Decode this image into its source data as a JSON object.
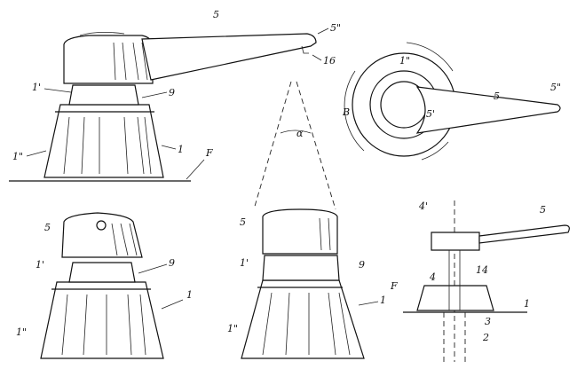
{
  "figures": {
    "fig_top_left": {
      "labels": [
        "5",
        "5\"",
        "16",
        "1'",
        "9",
        "1",
        "1\"",
        "F"
      ]
    },
    "fig_top_right": {
      "labels": [
        "1\"",
        "5",
        "5'",
        "5\"",
        "B"
      ]
    },
    "fig_top_center": {
      "labels": [
        "α"
      ]
    },
    "fig_bottom_left": {
      "labels": [
        "5",
        "1'",
        "9",
        "1",
        "1\""
      ]
    },
    "fig_bottom_center": {
      "labels": [
        "5",
        "1'",
        "9",
        "1",
        "1\""
      ]
    },
    "fig_bottom_right": {
      "labels": [
        "4'",
        "5",
        "4",
        "14",
        "F",
        "1",
        "3",
        "2"
      ]
    }
  }
}
